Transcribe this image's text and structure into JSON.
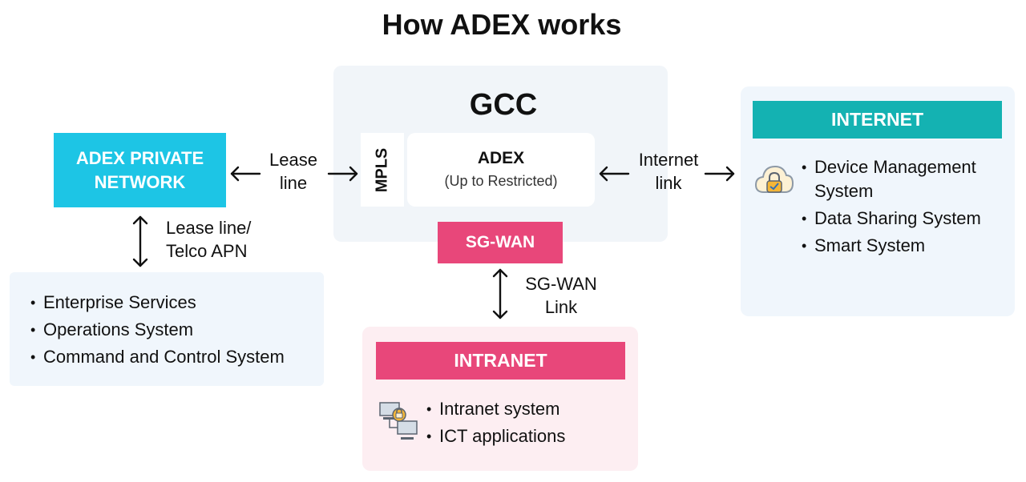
{
  "title": "How ADEX works",
  "gcc": {
    "label": "GCC",
    "mpls": "MPLS",
    "adex_name": "ADEX",
    "adex_sub": "(Up to Restricted)",
    "sgwan": "SG-WAN"
  },
  "private_network": {
    "line1": "ADEX PRIVATE",
    "line2": "NETWORK"
  },
  "links": {
    "lease_line": [
      "Lease",
      "line"
    ],
    "internet_link": [
      "Internet",
      "link"
    ],
    "telco": [
      "Lease line/",
      "Telco APN"
    ],
    "sgwan_link": [
      "SG-WAN",
      "Link"
    ]
  },
  "enterprise": {
    "items": [
      "Enterprise Services",
      "Operations System",
      "Command and Control System"
    ]
  },
  "internet": {
    "header": "INTERNET",
    "items": [
      [
        "Device Management",
        "System"
      ],
      [
        "Data Sharing System"
      ],
      [
        "Smart System"
      ]
    ]
  },
  "intranet": {
    "header": "INTRANET",
    "items": [
      "Intranet system",
      "ICT applications"
    ]
  },
  "colors": {
    "cyan": "#1dc5e5",
    "teal": "#14b2b2",
    "pink": "#e8477a",
    "panel_blue": "#f0f6fc",
    "panel_pink": "#fdeef2"
  }
}
